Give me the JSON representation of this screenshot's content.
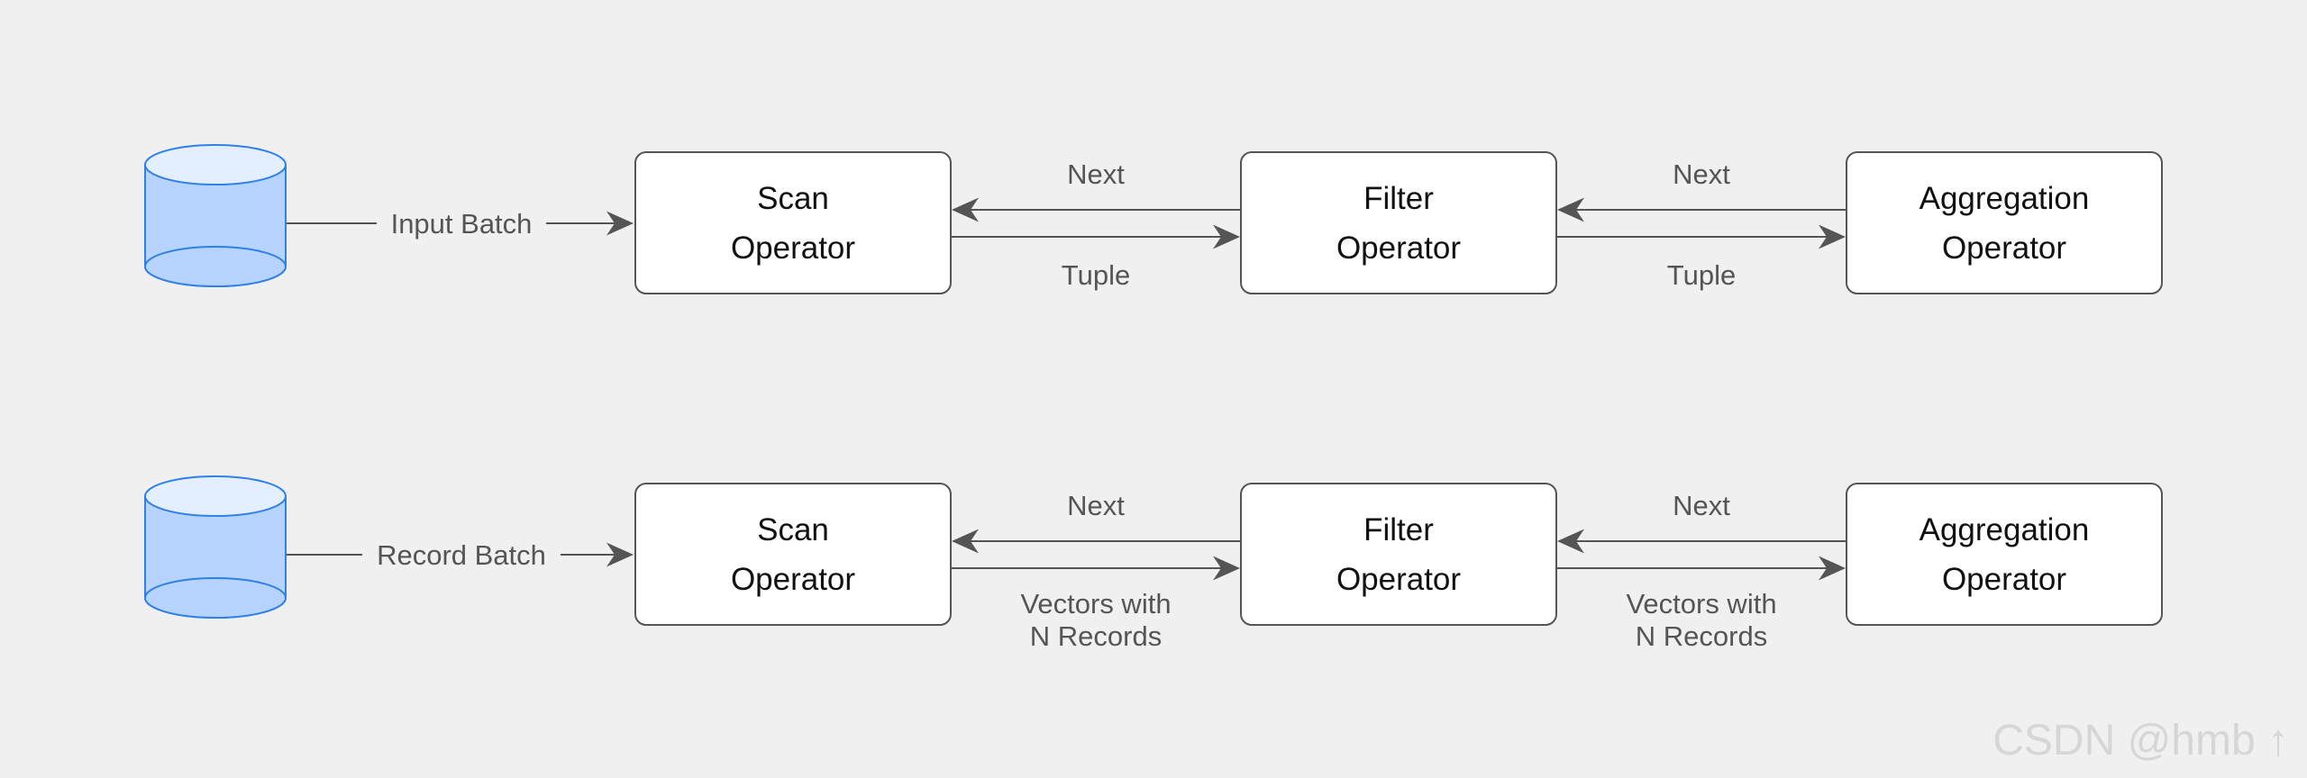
{
  "colors": {
    "background": "#f0f0f0",
    "box_fill": "#ffffff",
    "box_stroke": "#555555",
    "arrow": "#555555",
    "db_fill": "#b6d4ff",
    "db_top": "#e3efff",
    "db_stroke": "#2f80e8",
    "label_text": "#555555",
    "watermark": "#d6d6d6"
  },
  "rows": [
    {
      "database_icon": "database-cylinder-icon",
      "input_label": "Input Batch",
      "operators": [
        {
          "line1": "Scan",
          "line2": "Operator"
        },
        {
          "line1": "Filter",
          "line2": "Operator"
        },
        {
          "line1": "Aggregation",
          "line2": "Operator"
        }
      ],
      "links": [
        {
          "next": "Next",
          "ret1": "Tuple",
          "ret2": ""
        },
        {
          "next": "Next",
          "ret1": "Tuple",
          "ret2": ""
        }
      ]
    },
    {
      "database_icon": "database-cylinder-icon",
      "input_label": "Record Batch",
      "operators": [
        {
          "line1": "Scan",
          "line2": "Operator"
        },
        {
          "line1": "Filter",
          "line2": "Operator"
        },
        {
          "line1": "Aggregation",
          "line2": "Operator"
        }
      ],
      "links": [
        {
          "next": "Next",
          "ret1": "Vectors with",
          "ret2": "N Records"
        },
        {
          "next": "Next",
          "ret1": "Vectors with",
          "ret2": "N Records"
        }
      ]
    }
  ],
  "watermark": "CSDN @hmb ↑"
}
